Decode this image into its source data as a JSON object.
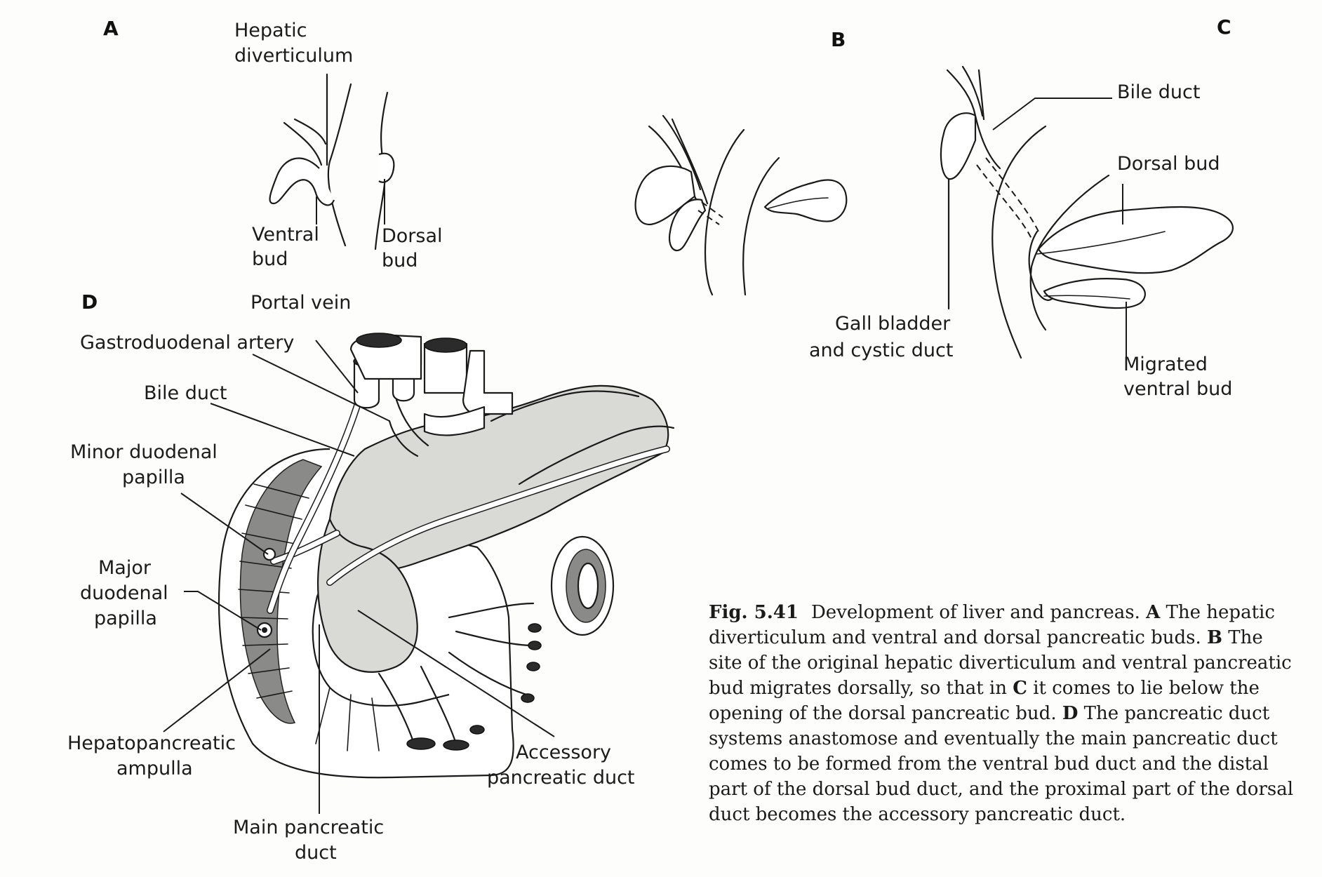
{
  "panels": {
    "a": {
      "letter": "A",
      "labels": {
        "hepatic_diverticulum_l1": "Hepatic",
        "hepatic_diverticulum_l2": "diverticulum",
        "ventral_bud_l1": "Ventral",
        "ventral_bud_l2": "bud",
        "dorsal_bud_l1": "Dorsal",
        "dorsal_bud_l2": "bud"
      }
    },
    "b": {
      "letter": "B"
    },
    "c": {
      "letter": "C",
      "labels": {
        "bile_duct": "Bile duct",
        "dorsal_bud": "Dorsal bud",
        "gall_bladder_l1": "Gall bladder",
        "gall_bladder_l2": "and cystic duct",
        "migrated_ventral_bud_l1": "Migrated",
        "migrated_ventral_bud_l2": "ventral bud"
      }
    },
    "d": {
      "letter": "D",
      "labels": {
        "portal_vein": "Portal vein",
        "gastroduodenal_artery": "Gastroduodenal artery",
        "bile_duct": "Bile duct",
        "minor_papilla_l1": "Minor duodenal",
        "minor_papilla_l2": "papilla",
        "major_papilla_l1": "Major",
        "major_papilla_l2": "duodenal",
        "major_papilla_l3": "papilla",
        "hepatopancreatic_ampulla_l1": "Hepatopancreatic",
        "hepatopancreatic_ampulla_l2": "ampulla",
        "main_pancreatic_duct_l1": "Main pancreatic",
        "main_pancreatic_duct_l2": "duct",
        "accessory_pancreatic_duct_l1": "Accessory",
        "accessory_pancreatic_duct_l2": "pancreatic duct"
      }
    }
  },
  "caption": {
    "figure_number": "Fig. 5.41",
    "segments": [
      {
        "text": "Development of liver and pancreas. ",
        "bold": false
      },
      {
        "text": "A",
        "bold": true
      },
      {
        "text": " The hepatic diverticulum and ventral and dorsal pancreatic buds. ",
        "bold": false
      },
      {
        "text": "B",
        "bold": true
      },
      {
        "text": " The site of the original hepatic diverticulum and ventral pancreatic bud migrates dorsally, so that in ",
        "bold": false
      },
      {
        "text": "C",
        "bold": true
      },
      {
        "text": " it comes to lie below the opening of the dorsal pancreatic bud. ",
        "bold": false
      },
      {
        "text": "D",
        "bold": true
      },
      {
        "text": " The pancreatic duct systems anastomose and eventually the main pancreatic duct comes to be formed from the ventral bud duct and the distal part of the dorsal bud duct, and the proximal part of the dorsal duct becomes the accessory pancreatic duct.",
        "bold": false
      }
    ]
  }
}
